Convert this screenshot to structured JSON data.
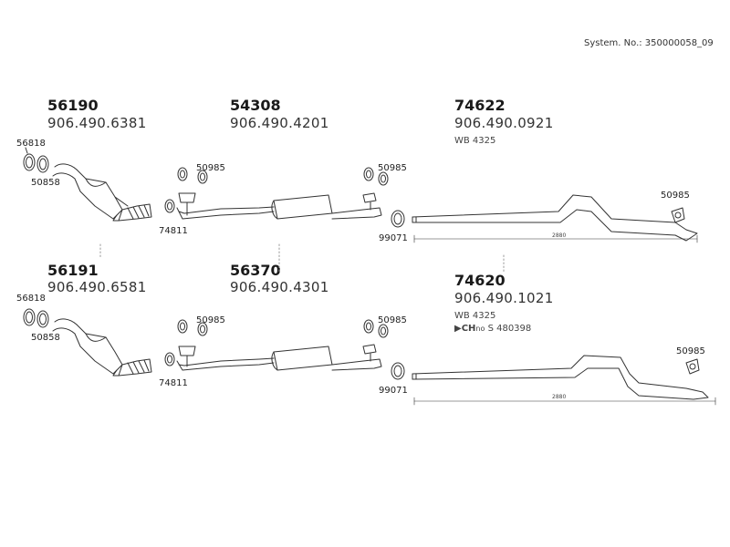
{
  "system_no": "System. No.: 350000058_09",
  "groups": [
    {
      "part_no": "56190",
      "oem": "906.490.6381"
    },
    {
      "part_no": "54308",
      "oem": "906.490.4201"
    },
    {
      "part_no": "74622",
      "oem": "906.490.0921",
      "note": "WB 4325"
    },
    {
      "part_no": "56191",
      "oem": "906.490.6581"
    },
    {
      "part_no": "56370",
      "oem": "906.490.4301"
    },
    {
      "part_no": "74620",
      "oem": "906.490.1021",
      "note": "WB 4325",
      "ch_marker": "▶CH",
      "ch_suffix": "no",
      "ch_rest": "S 480398"
    }
  ],
  "callouts": {
    "gasket": "56818",
    "clamp_small": "50858",
    "mount": "50985",
    "clamp": "74811",
    "clamp_rear": "99071"
  },
  "dimension": "2880"
}
